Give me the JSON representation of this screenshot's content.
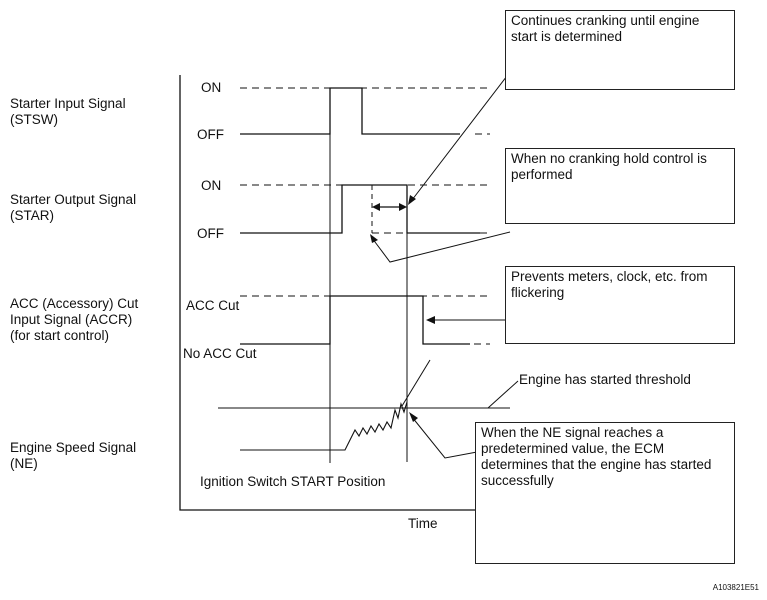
{
  "signals": [
    {
      "name": "Starter Input Signal",
      "abbr": "(STSW)",
      "extra": ""
    },
    {
      "name": "Starter Output Signal",
      "abbr": "(STAR)",
      "extra": ""
    },
    {
      "name": "ACC (Accessory) Cut",
      "abbr": "Input Signal (ACCR)",
      "extra": "(for start control)"
    },
    {
      "name": "Engine Speed Signal",
      "abbr": "(NE)",
      "extra": ""
    }
  ],
  "levels": {
    "on": "ON",
    "off": "OFF",
    "acc_cut": "ACC Cut",
    "no_acc_cut": "No ACC Cut"
  },
  "notes": {
    "cranking": "Continues cranking until engine start is determined",
    "no_hold": "When no cranking hold control is performed",
    "flicker": "Prevents meters, clock, etc. from flickering",
    "ne_reach": "When the NE signal reaches a predetermined value, the ECM determines that the engine has started successfully"
  },
  "annotations": {
    "threshold": "Engine has started threshold",
    "ignition": "Ignition Switch START Position",
    "time": "Time"
  },
  "figure_code": "A103821E51"
}
